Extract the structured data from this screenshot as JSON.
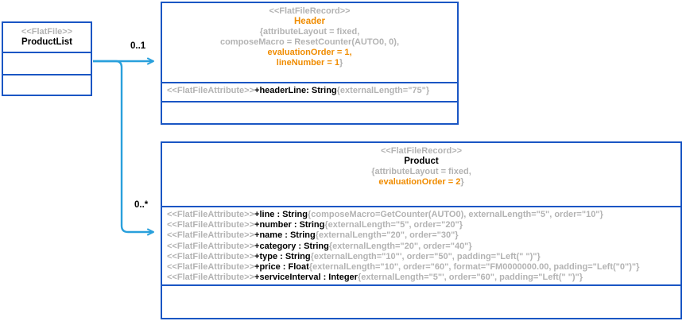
{
  "diagram": {
    "title": "FlatFile record structure",
    "colors": {
      "border": "#1a56c4",
      "connector": "#29a0dc",
      "stereotype_gray": "#b3b3b3",
      "highlight_orange": "#f08c00",
      "text_black": "#000000",
      "background": "#ffffff"
    }
  },
  "product_list": {
    "stereotype": "<<FlatFile>>",
    "name": "ProductList",
    "attributes": [],
    "operations": []
  },
  "header_record": {
    "stereotype": "<<FlatFileRecord>>",
    "name": "Header",
    "name_color": "orange",
    "props_lines": [
      {
        "plain_before": "{attributeLayout = fixed,",
        "highlight": "",
        "plain_after": ""
      },
      {
        "plain_before": "composeMacro = ResetCounter(AUTO0, 0),",
        "highlight": "",
        "plain_after": ""
      },
      {
        "plain_before": "",
        "highlight": "evaluationOrder = 1,",
        "plain_after": ""
      },
      {
        "plain_before": "",
        "highlight": "lineNumber = 1",
        "plain_after": "}"
      }
    ],
    "attributes": [
      {
        "stereotype": "<<FlatFileAttribute>>",
        "signature": "+headerLine: String",
        "tags": "{externalLength=\"75\"}"
      }
    ],
    "operations": []
  },
  "product_record": {
    "stereotype": "<<FlatFileRecord>>",
    "name": "Product",
    "name_color": "black",
    "props_lines": [
      {
        "plain_before": "{attributeLayout = fixed,",
        "highlight": "",
        "plain_after": ""
      },
      {
        "plain_before": "",
        "highlight": "evaluationOrder = 2",
        "plain_after": "}"
      }
    ],
    "attributes": [
      {
        "stereotype": "<<FlatFileAttribute>>",
        "signature": "+line : String",
        "tags": "{composeMacro=GetCounter(AUTO0), externalLength=\"5\", order=\"10\"}"
      },
      {
        "stereotype": "<<FlatFileAttribute>>",
        "signature": "+number : String",
        "tags": "{externalLength=\"5\", order=\"20\"}"
      },
      {
        "stereotype": "<<FlatFileAttribute>>",
        "signature": "+name : String",
        "tags": "{externalLength=\"20\", order=\"30\"}"
      },
      {
        "stereotype": "<<FlatFileAttribute>>",
        "signature": "+category : String",
        "tags": "{externalLength=\"20\", order=\"40\"}"
      },
      {
        "stereotype": "<<FlatFileAttribute>>",
        "signature": "+type : String",
        "tags": "{externalLength=\"10\"', order=\"50\", padding=\"Left(\" \")\"}"
      },
      {
        "stereotype": "<<FlatFileAttribute>>",
        "signature": "+price : Float",
        "tags": "{externalLength=\"10\", order=\"60\", format=\"FM0000000.00, padding=\"Left(\"0\")\"}"
      },
      {
        "stereotype": "<<FlatFileAttribute>>",
        "signature": "+serviceInterval : Integer",
        "tags": "{externalLength=\"5\"', order=\"60\", padding=\"Left(\" \")\"}"
      }
    ],
    "operations": []
  },
  "connectors": [
    {
      "id": "to-header",
      "from": "ProductList",
      "to": "Header",
      "multiplicity": "0..1"
    },
    {
      "id": "to-product",
      "from": "ProductList",
      "to": "Product",
      "multiplicity": "0..*"
    }
  ]
}
